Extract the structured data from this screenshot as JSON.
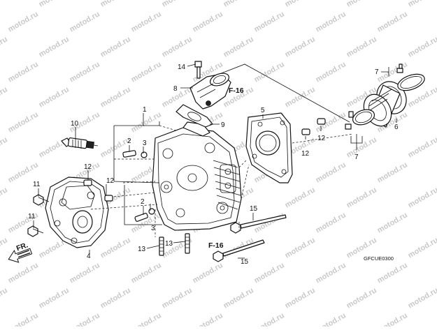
{
  "watermark": "motod.ru",
  "diagram_code": "GFCUE0300",
  "front_label": "FR.",
  "references": [
    "F-16",
    "F-16"
  ],
  "callouts": {
    "c1": "1",
    "c2a": "2",
    "c2b": "2",
    "c3a": "3",
    "c3b": "3",
    "c4": "4",
    "c5": "5",
    "c6": "6",
    "c7a": "7",
    "c7b": "7",
    "c8": "8",
    "c9": "9",
    "c10": "10",
    "c11a": "11",
    "c11b": "11",
    "c12a": "12",
    "c12b": "12",
    "c12c": "12",
    "c12d": "12",
    "c13a": "13",
    "c13b": "13",
    "c14": "14",
    "c15a": "15",
    "c15b": "15"
  }
}
